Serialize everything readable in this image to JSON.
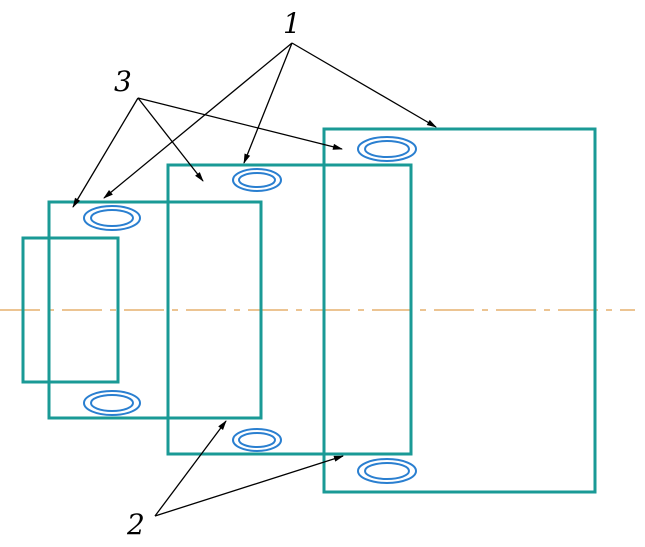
{
  "labels": {
    "one": "1",
    "two": "2",
    "three": "3"
  },
  "colors": {
    "outline": "#1a9a96",
    "ring": "#2a7fd0",
    "axis": "#e0a050",
    "leader": "#000000"
  }
}
